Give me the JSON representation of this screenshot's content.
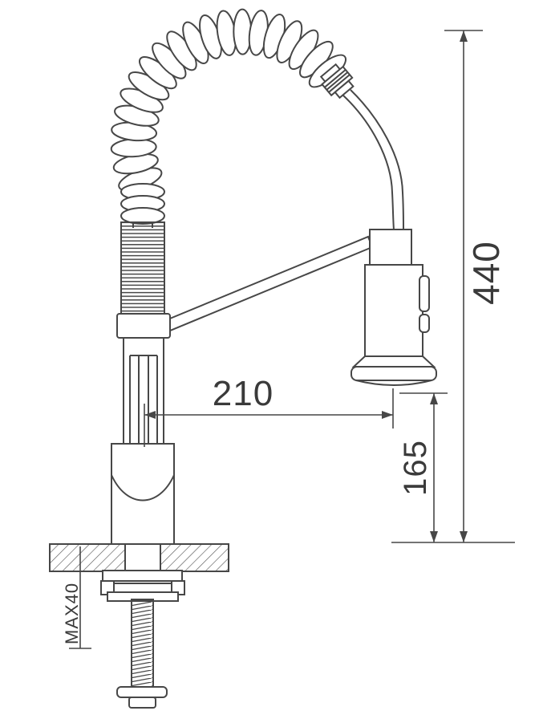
{
  "drawing": {
    "colors": {
      "line": "#474747",
      "text": "#3a3a3a",
      "background": "#ffffff"
    },
    "dimensions": {
      "total_height": "440",
      "horizontal_reach": "210",
      "spray_head_to_counter": "165",
      "max_counter_thickness": "MAX40"
    }
  }
}
